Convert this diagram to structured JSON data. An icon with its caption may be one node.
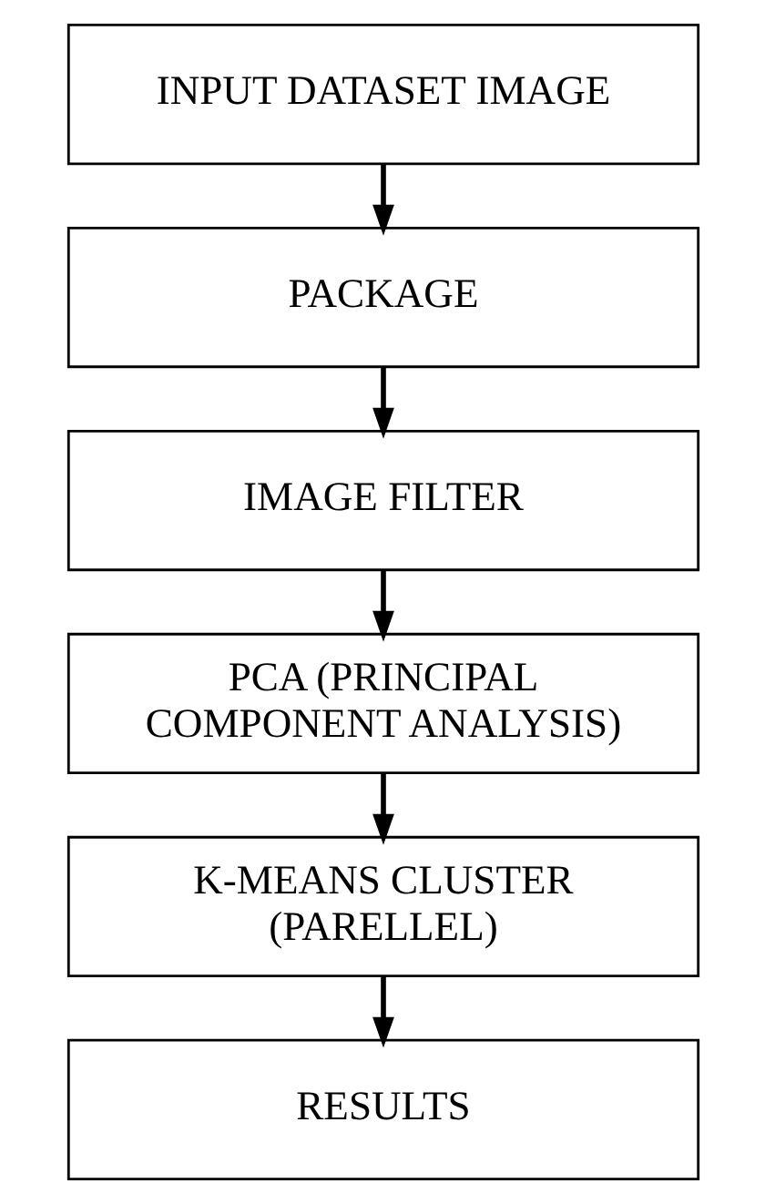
{
  "diagram": {
    "nodes": [
      {
        "text": [
          "INPUT DATASET IMAGE"
        ]
      },
      {
        "text": [
          "PACKAGE"
        ]
      },
      {
        "text": [
          "IMAGE FILTER"
        ]
      },
      {
        "text": [
          "PCA (PRINCIPAL COMPONENT ANALYSIS)"
        ]
      },
      {
        "text": [
          "K-MEANS CLUSTER (PARELLEL)"
        ]
      },
      {
        "text": [
          "RESULTS"
        ]
      }
    ],
    "edges": [
      {
        "from": 0,
        "to": 1,
        "arrow": "to"
      },
      {
        "from": 1,
        "to": 2,
        "arrow": "to"
      },
      {
        "from": 2,
        "to": 3,
        "arrow": "to"
      },
      {
        "from": 3,
        "to": 4,
        "arrow": "to"
      },
      {
        "from": 4,
        "to": 5,
        "arrow": "to"
      }
    ]
  }
}
